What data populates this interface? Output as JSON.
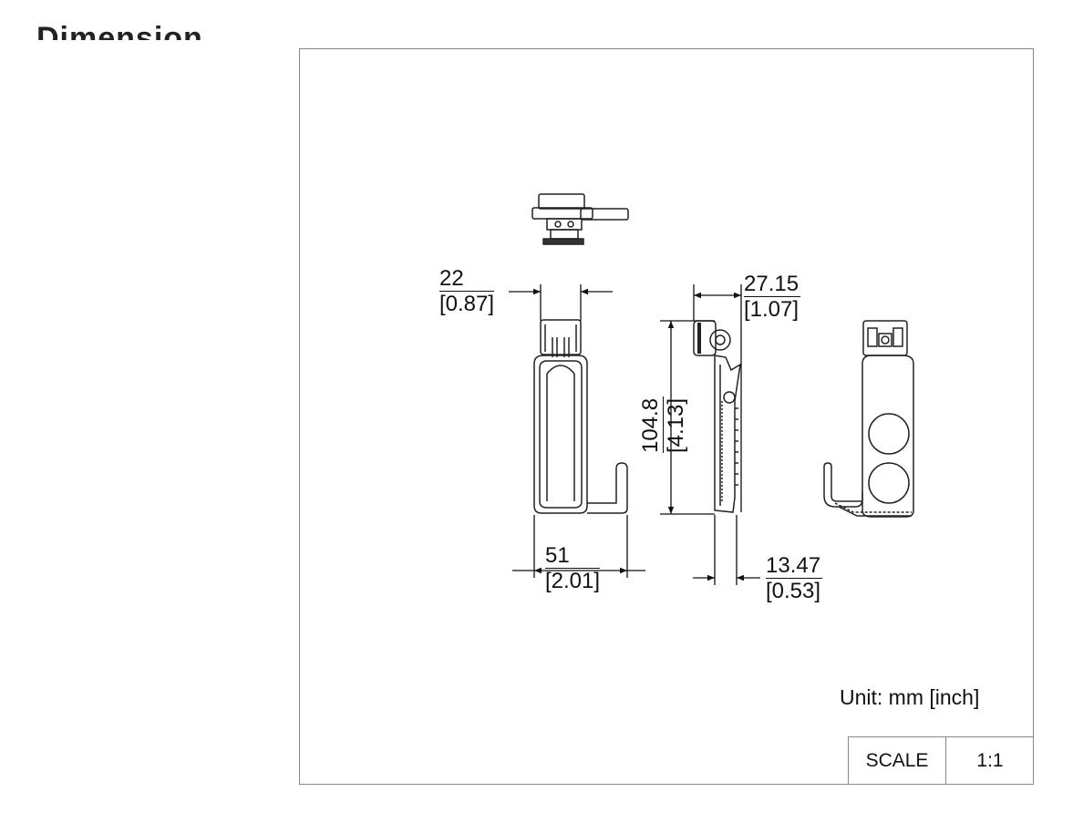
{
  "heading": "Dimension",
  "dimensions": {
    "width_top": {
      "mm": "22",
      "inch": "[0.87]"
    },
    "depth_top": {
      "mm": "27.15",
      "inch": "[1.07]"
    },
    "height": {
      "mm": "104.8",
      "inch": "[4.13]"
    },
    "width_bottom": {
      "mm": "51",
      "inch": "[2.01]"
    },
    "depth_bottom": {
      "mm": "13.47",
      "inch": "[0.53]"
    }
  },
  "unit_note": "Unit: mm [inch]",
  "title_block": {
    "scale_label": "SCALE",
    "scale_value": "1:1"
  }
}
